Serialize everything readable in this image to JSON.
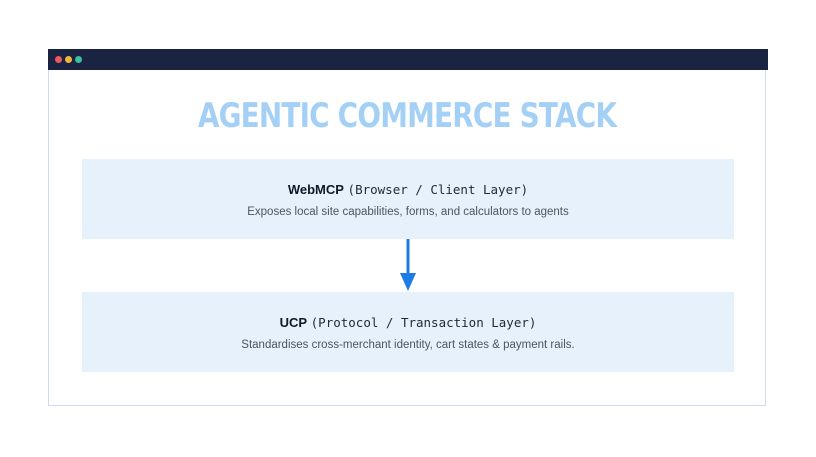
{
  "window": {
    "controls": [
      {
        "name": "close",
        "color": "#ec5b5b"
      },
      {
        "name": "minimize",
        "color": "#f4b63a"
      },
      {
        "name": "maximize",
        "color": "#38c0a0"
      }
    ],
    "titlebar_color": "#1b2343"
  },
  "diagram": {
    "title": "AGENTIC COMMERCE STACK",
    "title_color": "#a5d0f6",
    "layers": [
      {
        "name": "WebMCP",
        "subtitle": "(Browser / Client Layer)",
        "description": "Exposes local site capabilities, forms, and calculators to agents"
      },
      {
        "name": "UCP",
        "subtitle": "(Protocol / Transaction Layer)",
        "description": "Standardises cross-merchant identity, cart states & payment rails."
      }
    ],
    "connector": {
      "direction": "down",
      "color": "#1e7be6",
      "icon": "arrow-down-icon"
    }
  }
}
